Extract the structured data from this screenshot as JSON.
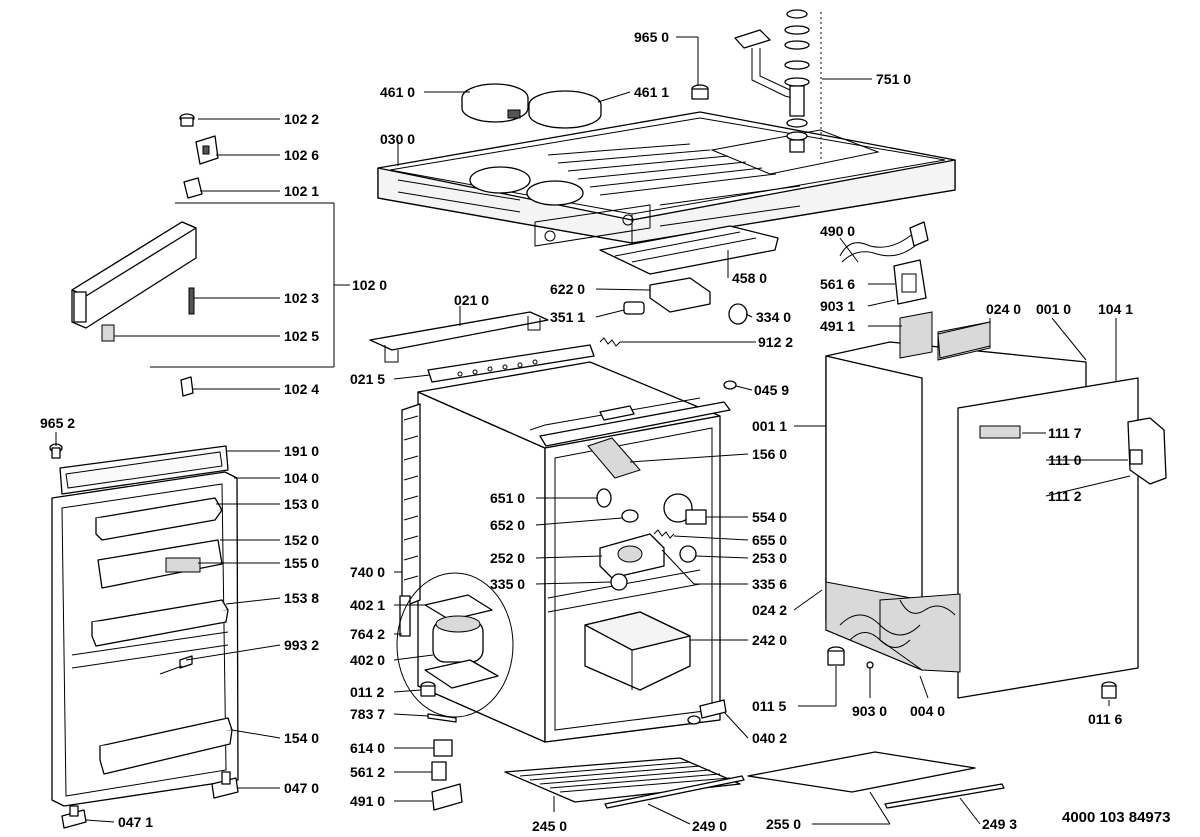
{
  "document_number": "4000 103 84973",
  "labels": {
    "l9650": "965 0",
    "l7510": "751 0",
    "l4610": "461 0",
    "l4611": "461 1",
    "l0300": "030 0",
    "l1022": "102 2",
    "l1026": "102 6",
    "l1021": "102 1",
    "l1020": "102 0",
    "l1023": "102 3",
    "l1025": "102 5",
    "l1024": "102 4",
    "l4580": "458 0",
    "l4900": "490 0",
    "l5616": "561 6",
    "l9031": "903 1",
    "l4911": "491 1",
    "l6220": "622 0",
    "l3511": "351 1",
    "l3340": "334 0",
    "l0210": "021 0",
    "l9122": "912 2",
    "l0215": "021 5",
    "l0459": "045 9",
    "l0240": "024 0",
    "l0010": "001 0",
    "l1041": "104 1",
    "l0011": "001 1",
    "l1117": "111 7",
    "l1110": "111 0",
    "l1112": "111 2",
    "l9652": "965 2",
    "l1910": "191 0",
    "l1040": "104 0",
    "l1530": "153 0",
    "l1520": "152 0",
    "l1550": "155 0",
    "l1538": "153 8",
    "l9932": "993 2",
    "l1540": "154 0",
    "l0470": "047 0",
    "l0471": "047 1",
    "l1560": "156 0",
    "l6510": "651 0",
    "l6520": "652 0",
    "l2520": "252 0",
    "l3350": "335 0",
    "l5540": "554 0",
    "l6550": "655 0",
    "l2530": "253 0",
    "l3356": "335 6",
    "l7400": "740 0",
    "l4021": "402 1",
    "l7642": "764 2",
    "l4020": "402 0",
    "l0112": "011 2",
    "l7837": "783 7",
    "l6140": "614 0",
    "l5612": "561 2",
    "l4910": "491 0",
    "l0242": "024 2",
    "l2420": "242 0",
    "l0115": "011 5",
    "l9030": "903 0",
    "l0040": "004 0",
    "l0116": "011 6",
    "l0402": "040 2",
    "l2450": "245 0",
    "l2490": "249 0",
    "l2550": "255 0",
    "l2493": "249 3"
  }
}
